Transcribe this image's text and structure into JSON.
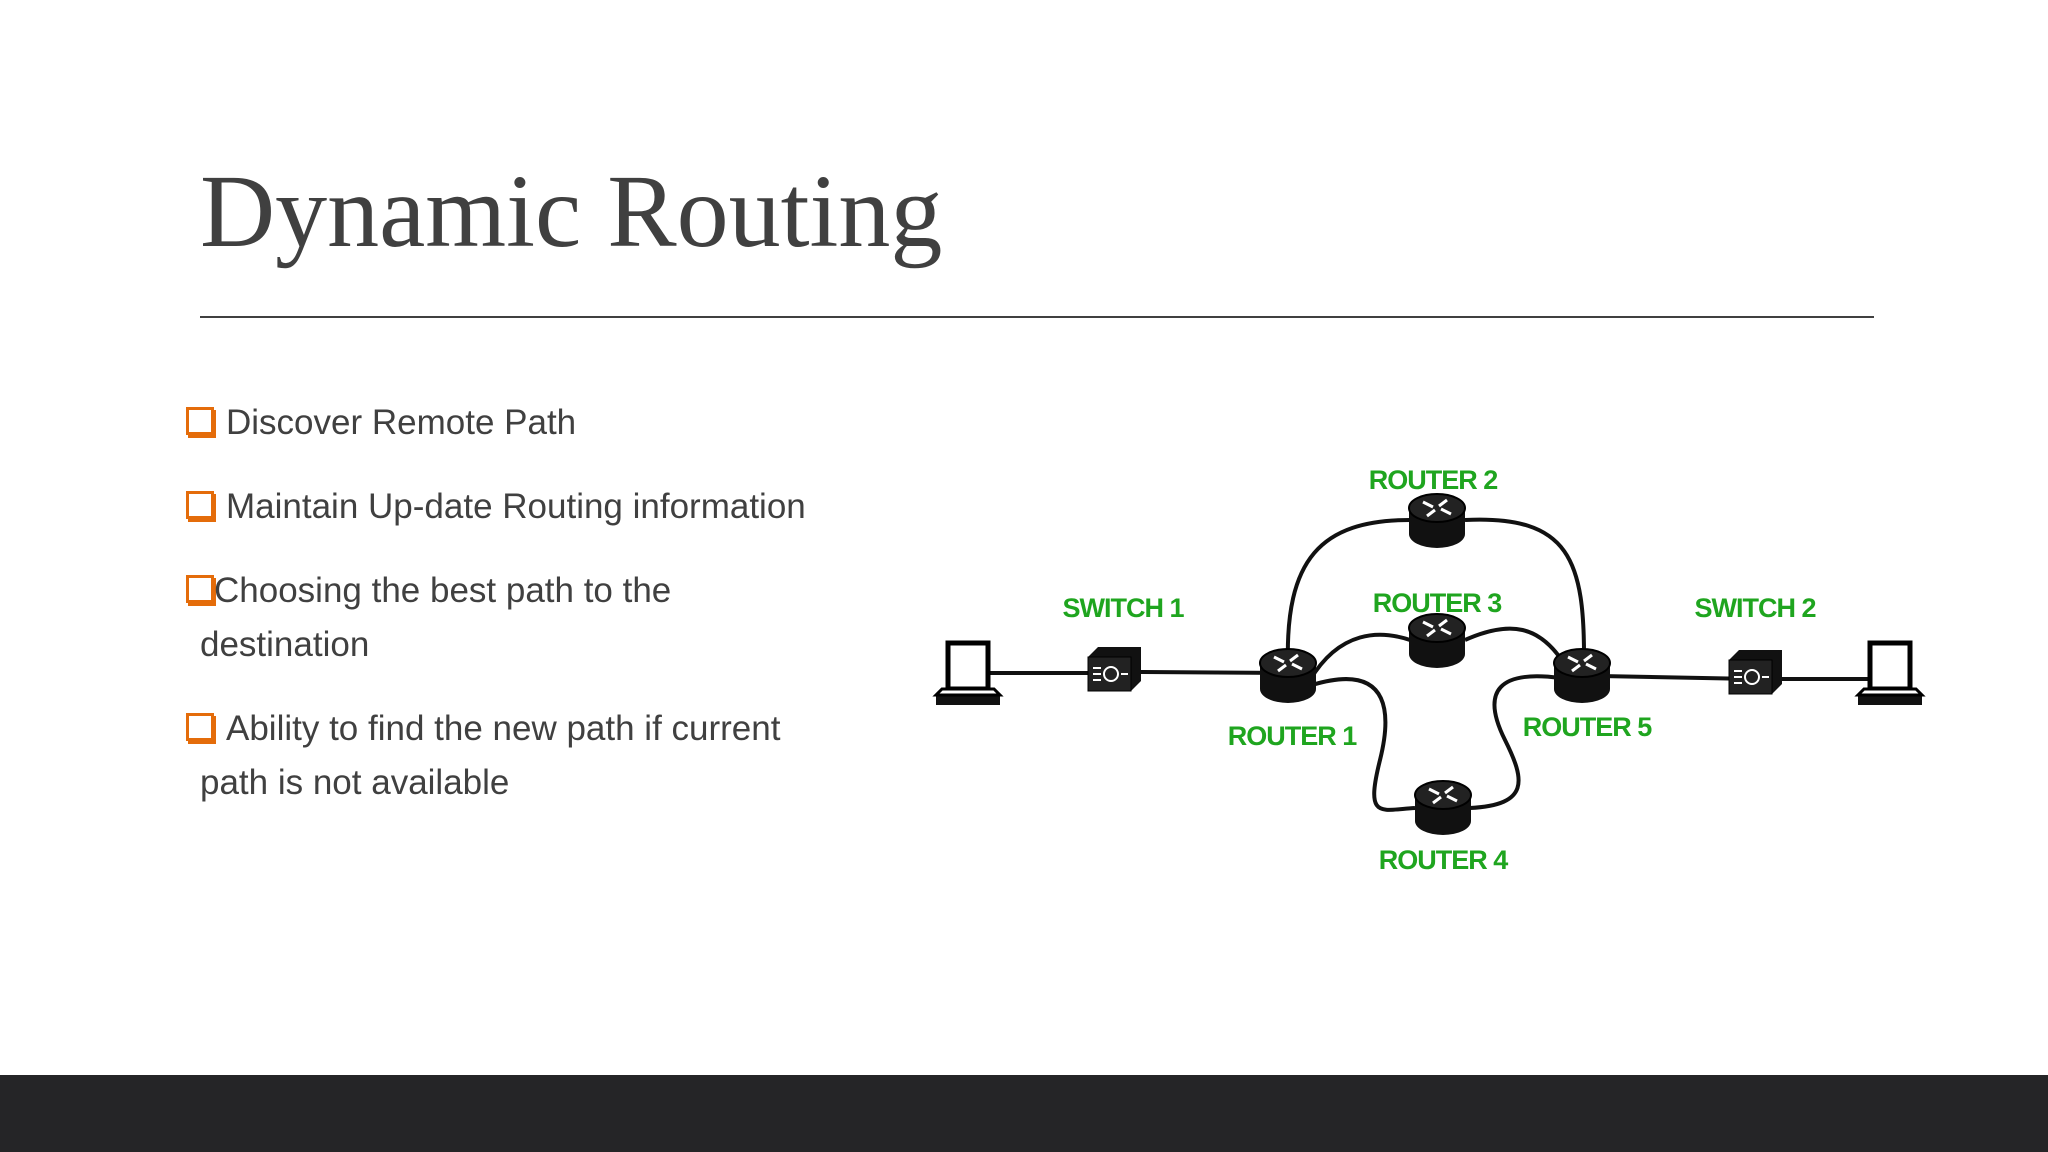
{
  "slide": {
    "title": "Dynamic Routing",
    "bullets": [
      {
        "text": "Discover Remote Path",
        "continuation": ""
      },
      {
        "text": "Maintain Up-date Routing information",
        "continuation": ""
      },
      {
        "text": "Choosing the best path to the",
        "continuation": "destination"
      },
      {
        "text": "Ability to find the new path if current",
        "continuation": "path is not available"
      }
    ],
    "bullet_icon": "hollow-square-orange",
    "accent_color": "#e46c0a"
  },
  "diagram": {
    "label_color": "#1fa51f",
    "nodes": {
      "switch1": "SWITCH 1",
      "switch2": "SWITCH 2",
      "router1": "ROUTER 1",
      "router2": "ROUTER 2",
      "router3": "ROUTER 3",
      "router4": "ROUTER 4",
      "router5": "ROUTER 5"
    }
  },
  "footer": {
    "color": "#252527"
  }
}
